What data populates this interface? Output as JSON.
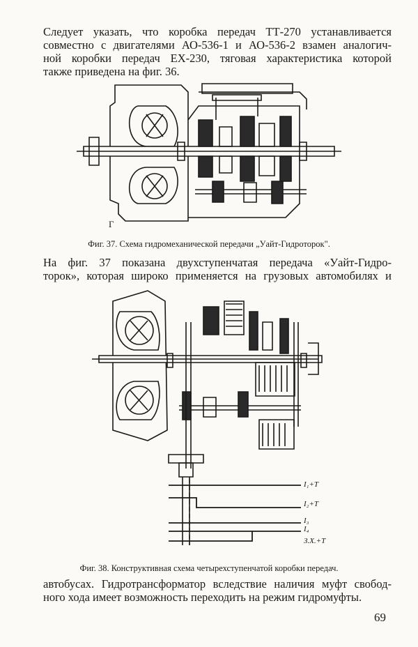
{
  "paragraphs": {
    "p1": [
      "Следует указать, что коробка передач ТТ-270 устанавливается",
      "совместно с двигателями АО-536-1 и АО-536-2 взамен аналогич-",
      "ной коробки передач ЕХ-230, тяговая характеристика которой",
      "также приведена на фиг. 36."
    ],
    "p2": [
      "На фиг. 37 показана двухступенчатая передача «Уайт-Гидро-",
      "торок», которая широко применяется на грузовых автомобилях и"
    ],
    "p3": [
      "автобусах. Гидротрансформатор вследствие наличия муфт свобод-",
      "ного хода имеет возможность переходить на режим гидромуфты."
    ]
  },
  "captions": {
    "fig37": "Фиг. 37. Схема гидромеханической передачи „Уайт-Гидроторок\".",
    "fig38": "Фиг. 38. Конструктивная схема четырехступенчатой коробки передач."
  },
  "fig37_labels": {
    "corner": "Г"
  },
  "fig38_labels": {
    "l1": "I₁+T",
    "l2": "I₂+T",
    "l3": "I₃",
    "l4": "I₄",
    "l5": "З.Х.+T"
  },
  "page_number": "69"
}
